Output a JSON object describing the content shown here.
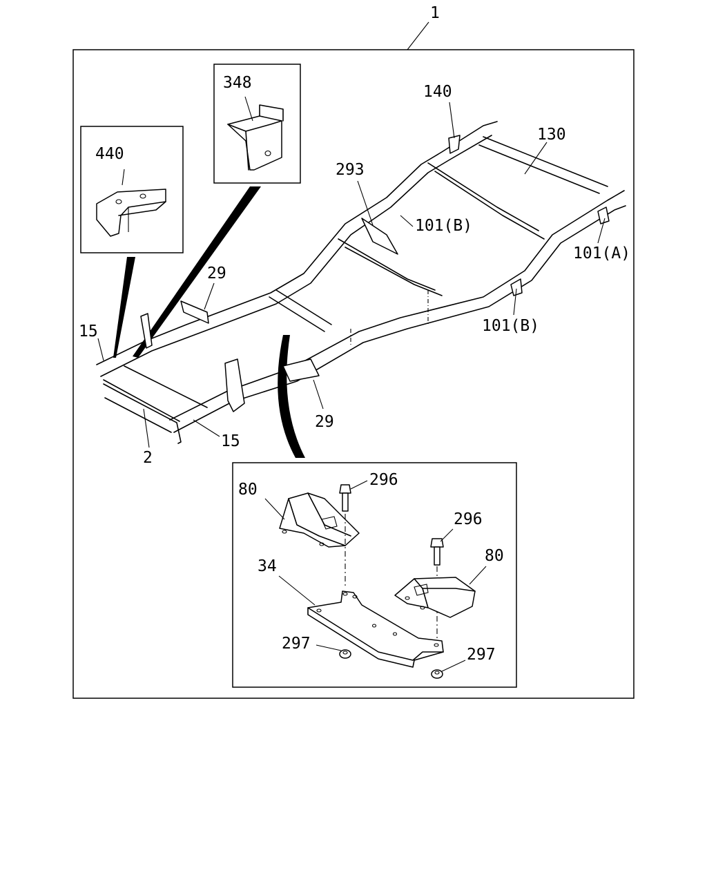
{
  "diagram": {
    "callouts": {
      "c1": "1",
      "c348": "348",
      "c440": "440",
      "c140": "140",
      "c130": "130",
      "c293": "293",
      "c101b_upper": "101(B)",
      "c101a": "101(A)",
      "c29_upper": "29",
      "c101b_lower": "101(B)",
      "c15_left": "15",
      "c15_right": "15",
      "c2": "2",
      "c29_lower": "29",
      "c80_left": "80",
      "c296_left": "296",
      "c296_right": "296",
      "c80_right": "80",
      "c34": "34",
      "c297_left": "297",
      "c297_right": "297"
    },
    "insets": [
      "440",
      "348",
      "80/34/296/297"
    ]
  }
}
